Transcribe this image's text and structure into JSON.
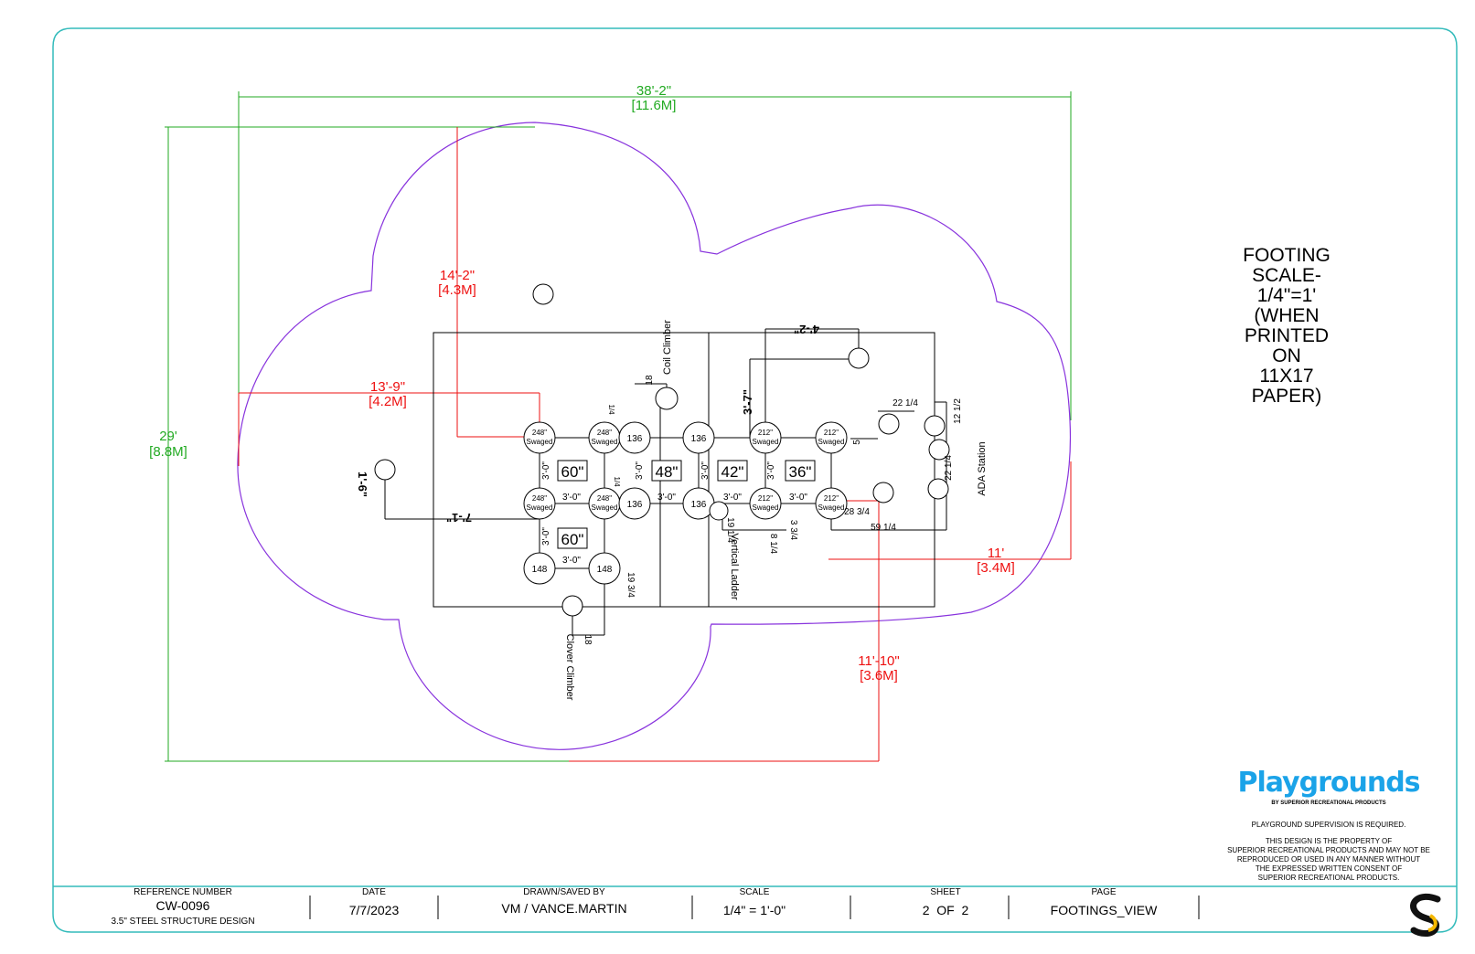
{
  "dimensions": {
    "overall_width": "38'-2\"",
    "overall_width_metric": "[11.6M]",
    "overall_depth": "29'",
    "overall_depth_metric": "[8.8M]",
    "top_offset": "14'-2\"",
    "top_offset_metric": "[4.3M]",
    "left_offset": "13'-9\"",
    "left_offset_metric": "[4.2M]",
    "right_offset": "11'",
    "right_offset_metric": "[3.4M]",
    "bottom_offset": "11'-10\"",
    "bottom_offset_metric": "[3.6M]"
  },
  "scale_note": {
    "lines": [
      "FOOTING",
      "SCALE-",
      "1/4\"=1'",
      "(WHEN",
      "PRINTED",
      "ON",
      "11X17",
      "PAPER)"
    ]
  },
  "footings": {
    "post_248": "248\"",
    "post_212": "212\"",
    "swaged": "Swaged",
    "post_136": "136",
    "post_148": "148"
  },
  "deck_heights": [
    "60\"",
    "48\"",
    "42\"",
    "36\"",
    "60\""
  ],
  "spacings": {
    "s30": "3'-0\"",
    "d18": "18",
    "d1_4": "1/4",
    "d19_1_4": "19 1/4",
    "d19_3_4": "19 3/4",
    "d8_1_4": "8 1/4",
    "d3_3_4": "3 3/4",
    "d28_3_4": "28 3/4",
    "d59_1_4": "59 1/4",
    "d22_1_4": "22 1/4",
    "d12_1_2": "12 1/2",
    "d5": "5",
    "d3_7": "3'-7\"",
    "d4_2": "4'-2\"",
    "d1_6": "1'-6\"",
    "d7_1": "7'-1\"",
    "d1_4b": "1/4"
  },
  "components": {
    "coil_climber": "Coil Climber",
    "clover_climber": "Clover Climber",
    "vertical_ladder": "Vertical Ladder",
    "ada_station": "ADA Station"
  },
  "brand": {
    "logo": "Playgrounds",
    "tagline": "BY SUPERIOR RECREATIONAL PRODUCTS",
    "supervision": "PLAYGROUND SUPERVISION IS REQUIRED.",
    "property_lines": [
      "THIS DESIGN IS THE PROPERTY OF",
      "SUPERIOR RECREATIONAL PRODUCTS AND MAY NOT BE",
      "REPRODUCED OR USED IN ANY MANNER WITHOUT",
      "THE EXPRESSED WRITTEN CONSENT OF",
      "SUPERIOR RECREATIONAL PRODUCTS."
    ],
    "logo_color": "#1ba3e8",
    "s_logo_color": "#f5b800"
  },
  "title_block": {
    "reference_label": "REFERENCE NUMBER",
    "reference_value": "CW-0096",
    "reference_sub": "3.5\" STEEL STRUCTURE DESIGN",
    "date_label": "DATE",
    "date_value": "7/7/2023",
    "drawn_label": "DRAWN/SAVED BY",
    "drawn_value": "VM / VANCE.MARTIN",
    "scale_label": "SCALE",
    "scale_value": "1/4\" = 1'-0\"",
    "sheet_label": "SHEET",
    "sheet_value": "2  OF  2",
    "page_label": "PAGE",
    "page_value": "FOOTINGS_VIEW"
  },
  "colors": {
    "frame": "#33bbbb",
    "boundary": "#8833dd",
    "dim_green": "#22aa22",
    "dim_red": "#ee1111"
  }
}
